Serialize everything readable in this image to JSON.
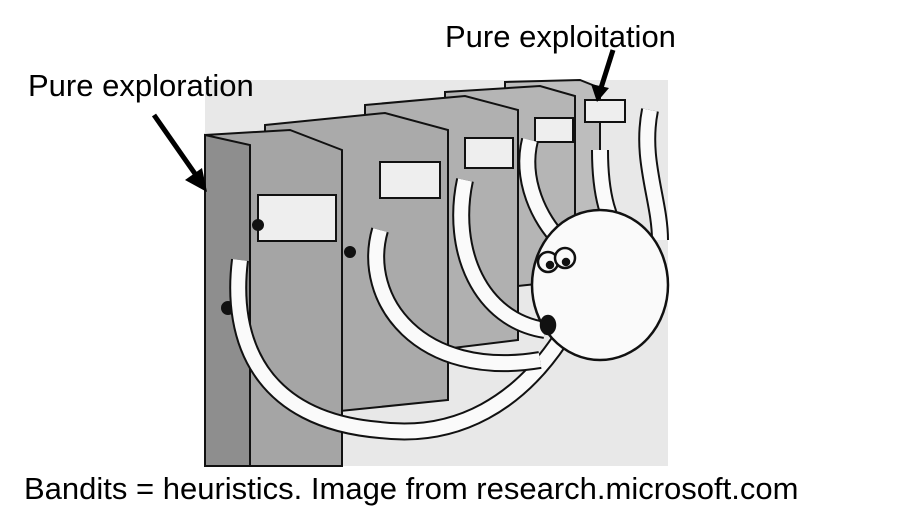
{
  "labels": {
    "pure_exploration": "Pure exploration",
    "pure_exploitation": "Pure exploitation"
  },
  "caption": "Bandits = heuristics. Image from research.microsoft.com",
  "colors": {
    "text": "#000000",
    "machine": "#b8b8b8",
    "machine_dark": "#8e8e8e",
    "floor": "#e6e6e6"
  }
}
